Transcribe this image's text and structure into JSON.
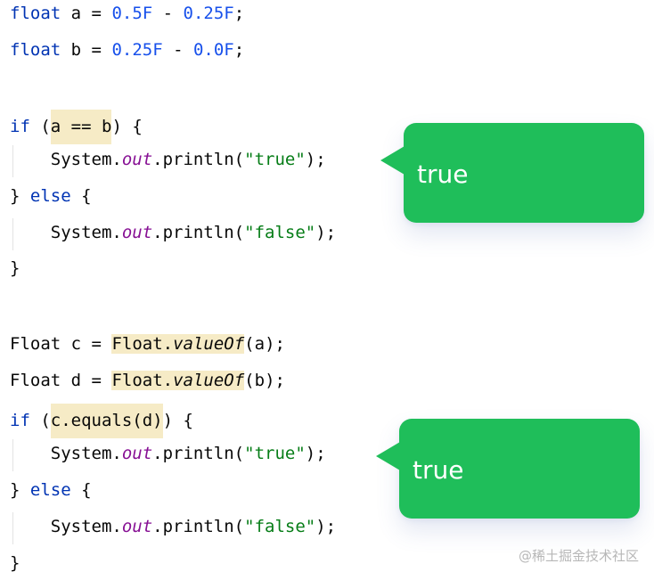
{
  "code": {
    "kw_float": "float",
    "kw_if": "if",
    "kw_else": "else",
    "type_float_boxed": "Float",
    "var_a": "a",
    "var_b": "b",
    "var_c": "c",
    "var_d": "d",
    "num_0_5f": "0.5F",
    "num_0_25f": "0.25F",
    "num_0_0f": "0.0F",
    "op_assign": " = ",
    "op_minus": " - ",
    "op_eq": " == ",
    "system_out_prefix": "System.",
    "out_field": "out",
    "println_call": ".println(",
    "str_true": "\"true\"",
    "str_false": "\"false\"",
    "stmt_end": ");",
    "value_of": "valueOf",
    "equals_call": "c.equals(d)",
    "open_brace": "{",
    "close_brace": "}"
  },
  "bubbles": [
    {
      "text": "true"
    },
    {
      "text": "true"
    }
  ],
  "colors": {
    "keyword": "#0033b3",
    "number": "#1750eb",
    "string": "#067d17",
    "field": "#871094",
    "highlight": "#f6ebc6",
    "bubble": "#1fbe5a"
  },
  "watermark": "@稀土掘金技术社区"
}
